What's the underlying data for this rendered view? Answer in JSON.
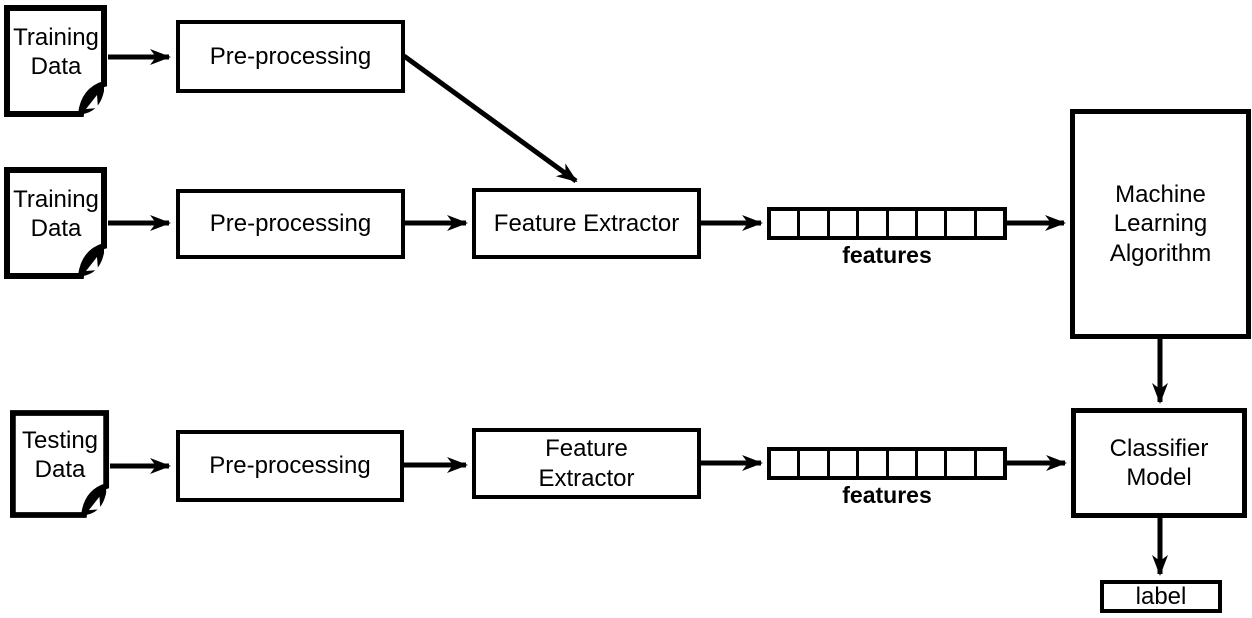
{
  "diagram": {
    "description": "Machine learning training and testing pipeline flowchart",
    "colors": {
      "line": "#000000",
      "text": "#000000",
      "box_fill": "#ffffff",
      "background": "#ffffff"
    },
    "nodes": {
      "training_doc_1": {
        "label": "Training\nData",
        "shape": "document"
      },
      "preprocessing_1": {
        "label": "Pre-processing",
        "shape": "rect"
      },
      "training_doc_2": {
        "label": "Training\nData",
        "shape": "document"
      },
      "preprocessing_2": {
        "label": "Pre-processing",
        "shape": "rect"
      },
      "feature_extractor_train": {
        "label": "Feature Extractor",
        "shape": "rect"
      },
      "features_train": {
        "caption": "features",
        "cell_count": 8,
        "shape": "vector"
      },
      "ml_algorithm": {
        "label": "Machine\nLearning\nAlgorithm",
        "shape": "rect"
      },
      "testing_doc": {
        "label": "Testing\nData",
        "shape": "document"
      },
      "preprocessing_3": {
        "label": "Pre-processing",
        "shape": "rect"
      },
      "feature_extractor_test": {
        "label": "Feature\nExtractor",
        "shape": "rect"
      },
      "features_test": {
        "caption": "features",
        "cell_count": 8,
        "shape": "vector"
      },
      "classifier_model": {
        "label": "Classifier\nModel",
        "shape": "rect"
      },
      "label_output": {
        "label": "label",
        "shape": "rect"
      }
    },
    "edges": [
      {
        "from": "training_doc_1",
        "to": "preprocessing_1"
      },
      {
        "from": "preprocessing_1",
        "to": "feature_extractor_train"
      },
      {
        "from": "training_doc_2",
        "to": "preprocessing_2"
      },
      {
        "from": "preprocessing_2",
        "to": "feature_extractor_train"
      },
      {
        "from": "feature_extractor_train",
        "to": "features_train"
      },
      {
        "from": "features_train",
        "to": "ml_algorithm"
      },
      {
        "from": "ml_algorithm",
        "to": "classifier_model"
      },
      {
        "from": "testing_doc",
        "to": "preprocessing_3"
      },
      {
        "from": "preprocessing_3",
        "to": "feature_extractor_test"
      },
      {
        "from": "feature_extractor_test",
        "to": "features_test"
      },
      {
        "from": "features_test",
        "to": "classifier_model"
      },
      {
        "from": "classifier_model",
        "to": "label_output"
      }
    ]
  }
}
